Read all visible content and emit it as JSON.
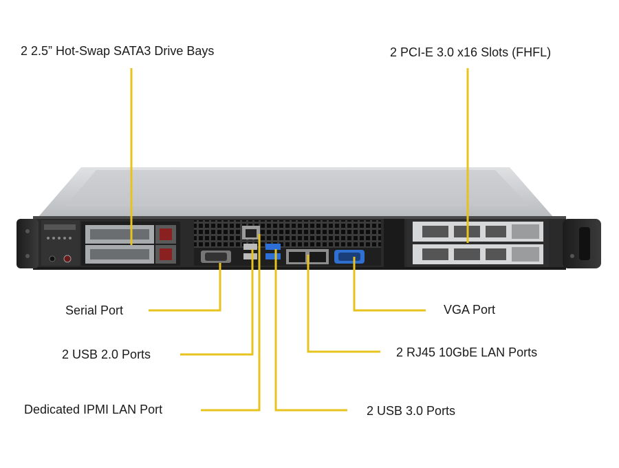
{
  "callouts": {
    "drive_bays": "2 2.5” Hot-Swap  SATA3 Drive Bays",
    "pcie_slots": "2 PCI-E 3.0 x16 Slots (FHFL)",
    "serial_port": "Serial Port",
    "vga_port": "VGA Port",
    "usb2_ports": "2 USB 2.0 Ports",
    "rj45_lan": "2 RJ45  10GbE LAN Ports",
    "ipmi_lan": "Dedicated IPMI  LAN Port",
    "usb3_ports": "2 USB 3.0 Ports"
  },
  "colors": {
    "leader": "#e8c31d",
    "chassis_top": "#c9cbcd",
    "chassis_front": "#2b2b2b",
    "vga": "#2f6fd0",
    "usb3": "#2d6fd6"
  }
}
